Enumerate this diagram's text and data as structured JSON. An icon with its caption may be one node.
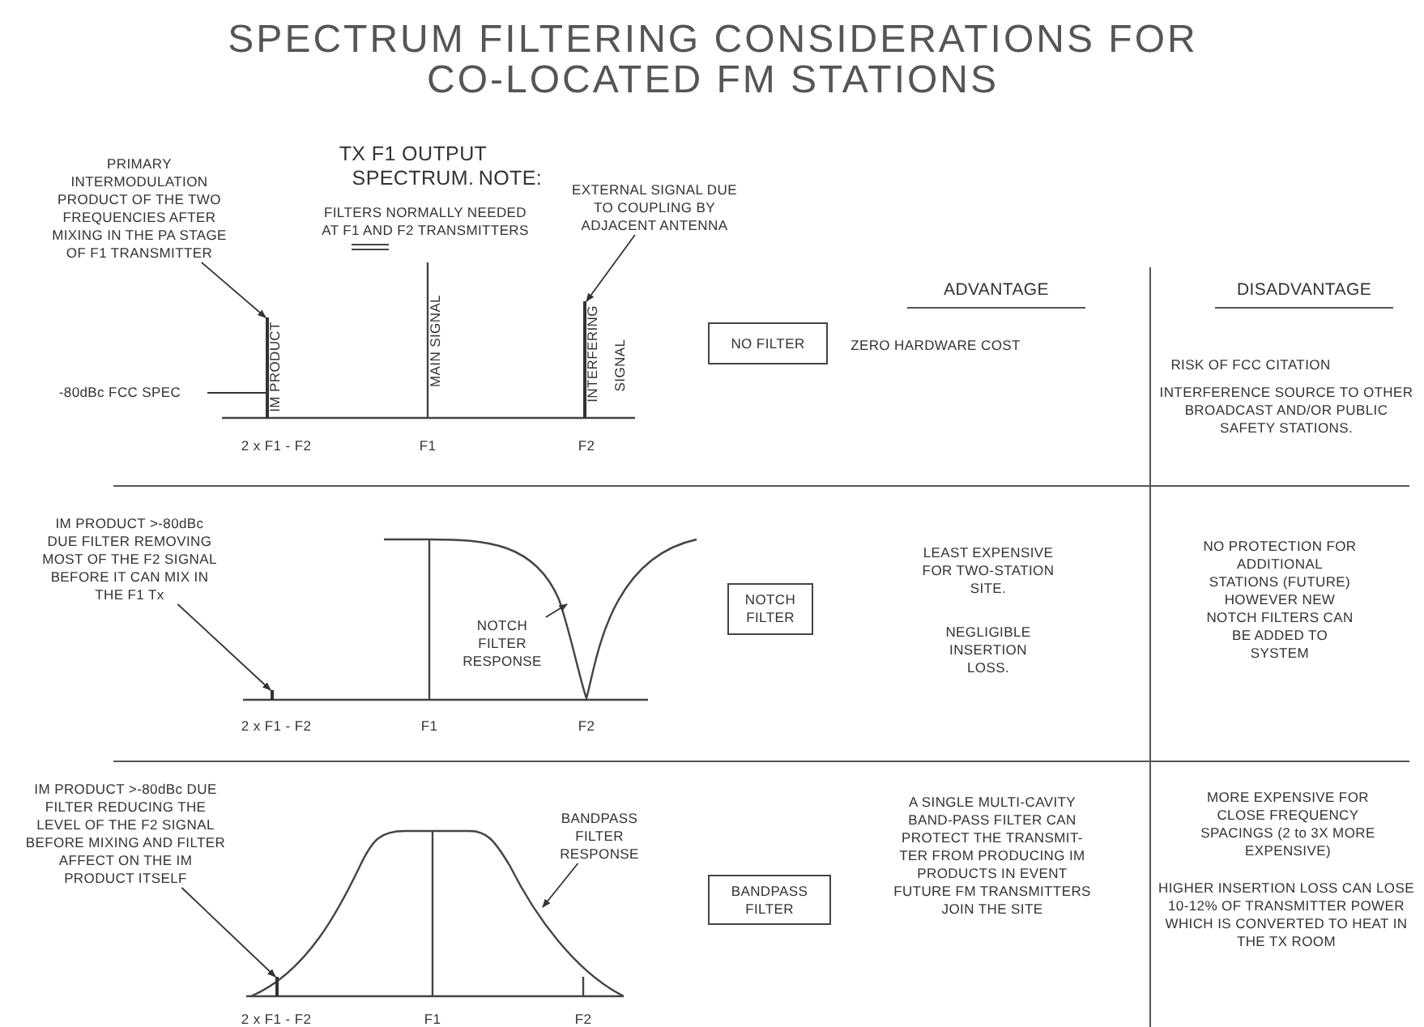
{
  "diagram": {
    "title": "SPECTRUM FILTERING CONSIDERATIONS FOR CO-LOCATED FM STATIONS",
    "nodes": [
      {
        "text": [
          "PRIMARY INTERMODULATION PRODUCT OF THE TWO FREQUENCIES AFTER MIXING IN THE PA STAGE OF F1 TRANSMITTER"
        ]
      },
      {
        "text": [
          "EXTERNAL SIGNAL DUE TO COUPLING BY ADJACENT ANTENNA"
        ]
      },
      {
        "text": [
          "-80dBc FCC SPEC"
        ]
      },
      {
        "text": [],
        "shape": "bar",
        "beside": [
          "IM PRODUCT"
        ]
      },
      {
        "text": [],
        "shape": "bar",
        "beside": [
          "INTERFERING",
          "SIGNAL"
        ]
      },
      {
        "text": [
          "NO FILTER"
        ]
      },
      {
        "text": [
          "IM PRODUCT >-80dBc DUE FILTER REMOVING MOST OF THE F2 SIGNAL BEFORE IT CAN MIX IN THE F1 Tx"
        ]
      },
      {
        "text": [
          "NOTCH FILTER RESPONSE"
        ]
      },
      {
        "text": [],
        "shape": "bar",
        "beside": [
          "2 x F1 - F2"
        ]
      },
      {
        "text": [
          "NOTCH FILTER"
        ]
      },
      {
        "text": [
          "IM PRODUCT >-80dBc DUE FILTER REDUCING THE LEVEL OF THE F2 SIGNAL BEFORE MIXING AND FILTER AFFECT ON THE IM PRODUCT ITSELF"
        ]
      },
      {
        "text": [
          "BANDPASS FILTER RESPONSE"
        ]
      },
      {
        "text": [],
        "shape": "bar",
        "beside": [
          "2 x F1 - F2"
        ]
      },
      {
        "text": [
          "BANDPASS FILTER"
        ]
      }
    ],
    "edges": [
      {
        "from": 0,
        "to": 3,
        "arrow": "to"
      },
      {
        "from": 1,
        "to": 4,
        "arrow": "to"
      },
      {
        "from": 2,
        "to": 3,
        "arrow": "none"
      },
      {
        "from": 6,
        "to": 8,
        "arrow": "to"
      },
      {
        "from": 7,
        "to": null,
        "arrow": "to"
      },
      {
        "from": 10,
        "to": 12,
        "arrow": "to"
      },
      {
        "from": 11,
        "to": null,
        "arrow": "to"
      }
    ],
    "labels": [
      "TX F1 OUTPUT SPECTRUM.",
      "NOTE:",
      "FILTERS NORMALLY NEEDED AT F1 AND F2 TRANSMITTERS",
      "ADVANTAGE",
      "DISADVANTAGE",
      "MAIN SIGNAL",
      "ZERO HARDWARE COST",
      "RISK OF FCC CITATION",
      "INTERFERENCE SOURCE TO OTHER BROADCAST AND/OR PUBLIC SAFETY STATIONS.",
      "2 x F1 - F2",
      "F1",
      "F2",
      "LEAST EXPENSIVE FOR TWO-STATION SITE.",
      "NEGLIGIBLE INSERTION LOSS.",
      "NO PROTECTION FOR ADDITIONAL STATIONS (FUTURE) HOWEVER NEW NOTCH FILTERS CAN BE ADDED TO SYSTEM",
      "F1",
      "F2",
      "A SINGLE MULTI-CAVITY BAND-PASS FILTER CAN PROTECT THE TRANSMIT-TER FROM PRODUCING IM PRODUCTS IN EVENT FUTURE FM TRANSMITTERS JOIN THE SITE",
      "MORE EXPENSIVE FOR CLOSE FREQUENCY SPACINGS (2 to 3X MORE EXPENSIVE)",
      "HIGHER INSERTION LOSS CAN LOSE 10-12% OF TRANSMITTER POWER WHICH IS CONVERTED TO HEAT IN THE TX ROOM",
      "F1",
      "F2"
    ]
  }
}
